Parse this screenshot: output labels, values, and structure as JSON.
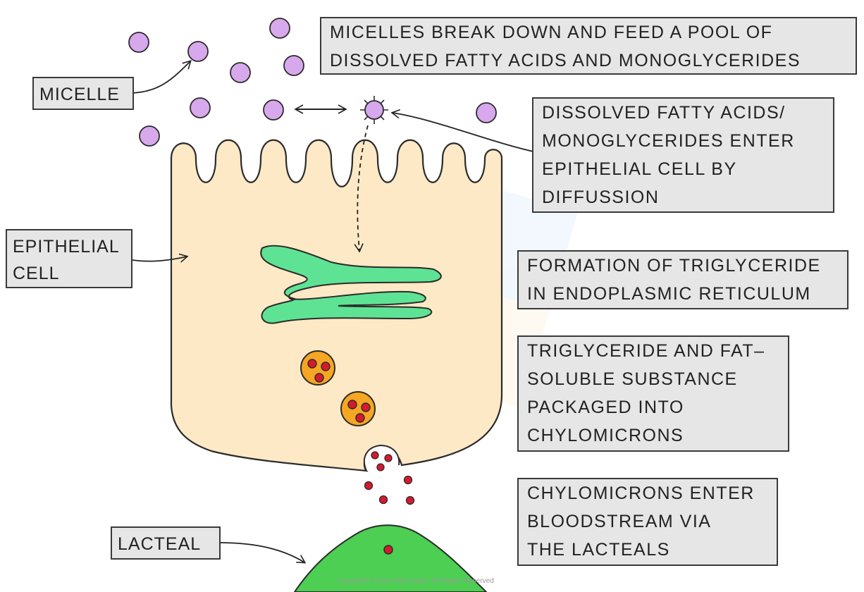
{
  "boxes": {
    "micelles_break_down": [
      "MICELLES BREAK DOWN AND  FEED A POOL OF",
      "DISSOLVED  FATTY  ACIDS AND MONOGLYCERIDES"
    ],
    "diffusion": [
      "DISSOLVED  FATTY  ACIDS/",
      "MONOGLYCERIDES  ENTER",
      "EPITHELIAL  CELL  BY",
      "DIFFUSSION"
    ],
    "formation": [
      "FORMATION  OF TRIGLYCERIDE",
      "IN  ENDOPLASMIC  RETICULUM"
    ],
    "packaged": [
      "TRIGLYCERIDE  AND FAT–",
      "SOLUBLE  SUBSTANCE",
      "PACKAGED  INTO",
      "CHYLOMICRONS"
    ],
    "bloodstream": [
      "CHYLOMICRONS  ENTER",
      "BLOODSTREAM  VIA",
      "THE  LACTEALS"
    ]
  },
  "tags": {
    "micelle": [
      "MICELLE"
    ],
    "epithelial": [
      "EPITHELIAL",
      "CELL"
    ],
    "lacteal": [
      "LACTEAL"
    ]
  },
  "colors": {
    "micelle": "#d8a8ec",
    "cell": "#fde9c6",
    "er": "#5ee394",
    "chylomicron": "#f5a623",
    "dot": "#d7192e",
    "lacteal": "#4ccf52",
    "box": "#e6e6e6"
  },
  "copyright": "Copyright © Save My Exams. All Rights Reserved"
}
